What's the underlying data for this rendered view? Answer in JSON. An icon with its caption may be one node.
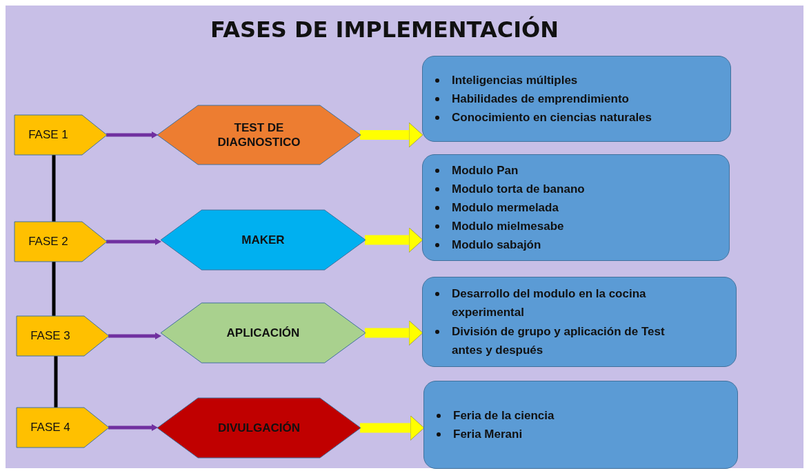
{
  "diagram": {
    "title": "FASES DE IMPLEMENTACIÓN",
    "nodes": [
      {
        "text": [
          "FASE 1"
        ]
      },
      {
        "text": [
          "TEST DE DIAGNOSTICO"
        ]
      },
      {
        "text": [
          "Inteligencias múltiples",
          "Habilidades de emprendimiento",
          "Conocimiento  en ciencias naturales"
        ]
      },
      {
        "text": [
          "FASE 2"
        ]
      },
      {
        "text": [
          "MAKER"
        ]
      },
      {
        "text": [
          "Modulo Pan",
          "Modulo torta de banano",
          "Modulo mermelada",
          "Modulo mielmesabe",
          "Modulo sabajón"
        ]
      },
      {
        "text": [
          "FASE 3"
        ]
      },
      {
        "text": [
          "APLICACIÓN"
        ]
      },
      {
        "text": [
          "Desarrollo del modulo en la cocina experimental",
          "División de grupo y aplicación de Test antes y después"
        ]
      },
      {
        "text": [
          "FASE 4"
        ]
      },
      {
        "text": [
          "DIVULGACIÓN"
        ]
      },
      {
        "text": [
          "Feria de la ciencia",
          "Feria Merani"
        ]
      }
    ],
    "edges": [
      {
        "from": 0,
        "to": 1,
        "arrow": "to",
        "color": "#7030a0"
      },
      {
        "from": 1,
        "to": 2,
        "arrow": "to",
        "style": "thick",
        "color": "#ffff00"
      },
      {
        "from": 3,
        "to": 4,
        "arrow": "to",
        "color": "#7030a0"
      },
      {
        "from": 4,
        "to": 5,
        "arrow": "to",
        "style": "thick",
        "color": "#ffff00"
      },
      {
        "from": 6,
        "to": 7,
        "arrow": "to",
        "color": "#7030a0"
      },
      {
        "from": 7,
        "to": 8,
        "arrow": "to",
        "style": "thick",
        "color": "#ffff00"
      },
      {
        "from": 9,
        "to": 10,
        "arrow": "to",
        "color": "#7030a0"
      },
      {
        "from": 10,
        "to": 11,
        "arrow": "to",
        "style": "thick",
        "color": "#ffff00"
      },
      {
        "from": 0,
        "to": 3,
        "arrow": "none",
        "color": "#000000"
      },
      {
        "from": 3,
        "to": 6,
        "arrow": "none",
        "color": "#000000"
      },
      {
        "from": 6,
        "to": 9,
        "arrow": "none",
        "color": "#000000"
      }
    ]
  }
}
